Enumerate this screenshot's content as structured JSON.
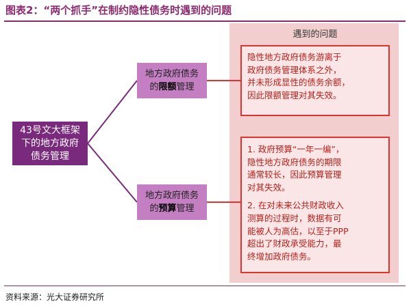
{
  "title": "图表2：“两个抓手”在制约隐性债务时遇到的问题",
  "main_box": {
    "lines": [
      "43号文大框架",
      "下的地方政府",
      "债务管理"
    ]
  },
  "mid_top": {
    "line1": "地方政府债务",
    "line2_prefix": "的",
    "line2_emph": "限额",
    "line2_suffix": "管理"
  },
  "mid_bottom": {
    "line1": "地方政府债务",
    "line2_prefix": "的",
    "line2_emph": "预算",
    "line2_suffix": "管理"
  },
  "panel": {
    "header": "遇到的问题"
  },
  "issue_top": {
    "lines": [
      "隐性地方政府债务游离于",
      "政府债务管理体系之外，",
      "并未形成显性的债务余额，",
      "因此限额管理对其失效。"
    ]
  },
  "issue_bottom": {
    "p1": [
      "1. 政府预算“一年一编”，",
      "隐性地方政府债务的期限",
      "通常较长，因此预算管理",
      "对其失效。"
    ],
    "p2": [
      "2. 在对未来公共财政收入",
      "测算的过程时，数据有可",
      "能被人为高估，以至于PPP",
      "超出了财政承受能力，最",
      "终增加政府债务。"
    ]
  },
  "source": "资料来源：光大证券研究所",
  "colors": {
    "accent": "#8c2a6f",
    "main_box": "#7a2a7c",
    "mid_box": "#c47ec2",
    "panel": "#f2cece",
    "issue_border": "#e4312b",
    "issue_text": "#b92019",
    "connector": "#7a2a7c",
    "issue_connector": "#e4312b"
  }
}
